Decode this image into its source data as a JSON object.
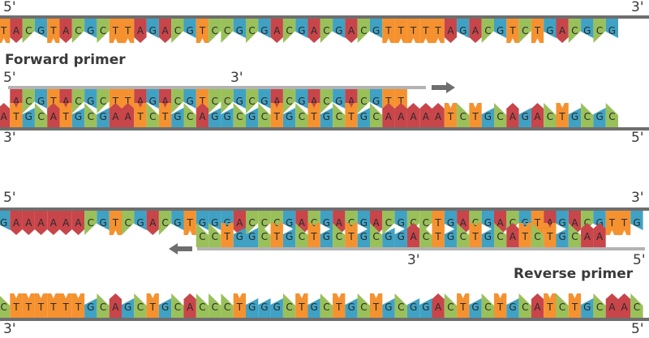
{
  "colors": {
    "A": "#c8454a",
    "C": "#9ac05a",
    "G": "#3fa2c4",
    "T": "#f5922f",
    "backbone": "#6e6e6e",
    "primer": "#b3b3b3",
    "letter": "#2a2a2a"
  },
  "labels": {
    "forward_primer": "Forward primer",
    "reverse_primer": "Reverse primer",
    "five_prime": "5'",
    "three_prime": "3'"
  },
  "strands": {
    "top_template": "TACGTACGCTTAGACGTCCGCGACGACGACGTTTTTAGACGTCTGACGCG",
    "forward_primer": "ACGTACGCTTAGACGTCCGCGACGACGACGTT",
    "forward_complement": "ATGCATGCGAATCTGCAGGCGCTGCTGCTGCAAAAATCTGCAGACTGCGC",
    "reverse_top": "GAAAAAACGTCGACGTGGGACCCGACGACGACGCCTGACGACGTAGACGTTG",
    "reverse_primer": "CCTGGCTGCTGCTGCGGACTGCTGCATCTGCAA",
    "bottom_template": "CTTTTTTGCAGCTGCACCCTGGGCTGCTGCTGCGGACTGCTGCATCTGCAAC"
  }
}
